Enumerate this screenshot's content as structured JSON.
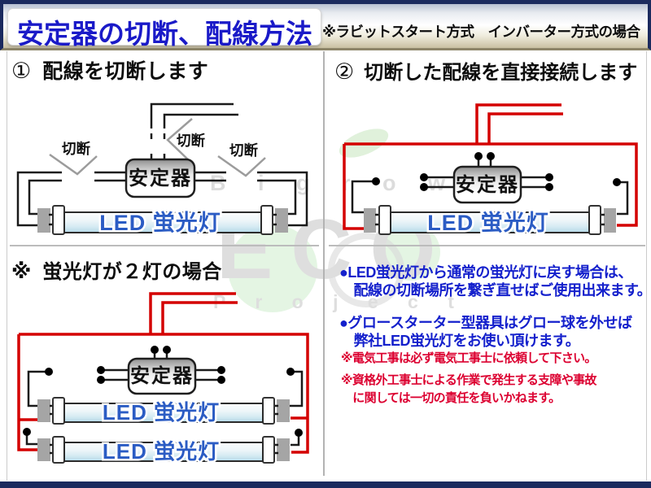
{
  "header": {
    "title": "安定器の切断、配線方法",
    "subtitle": "※ラビットスタート方式　インバーター方式の場合"
  },
  "panel1": {
    "number": "①",
    "heading": "配線を切断します"
  },
  "panel2": {
    "number": "②",
    "heading": "切断した配線を直接接続します"
  },
  "panel3": {
    "marker": "※",
    "heading": "蛍光灯が２灯の場合"
  },
  "diagram": {
    "ballast": "安定器",
    "tube": "LED 蛍光灯",
    "cut": "切断"
  },
  "notes_blue": [
    "●LED蛍光灯から通常の蛍光灯に戻す場合は、",
    "　配線の切断場所を繋ぎ直せばご使用出来ます。",
    "●グロースターター型器具はグロー球を外せば",
    "　弊社LED蛍光灯をお使い頂けます。"
  ],
  "notes_red": [
    "※電気工事は必ず電気工事士に依頼して下さい。",
    "※資格外工事士による作業で発生する支障や事故",
    "　に関しては一切の責任を負いかねます。"
  ],
  "watermark": {
    "top": "B i g r o w",
    "main": "ECO",
    "bottom": "P r o j e c t"
  },
  "colors": {
    "wire_red": "#d40000",
    "note_blue": "#1420cc",
    "note_red": "#dc0030",
    "title_blue": "#1a1ac8",
    "frame_navy": "#1b2a5e"
  }
}
